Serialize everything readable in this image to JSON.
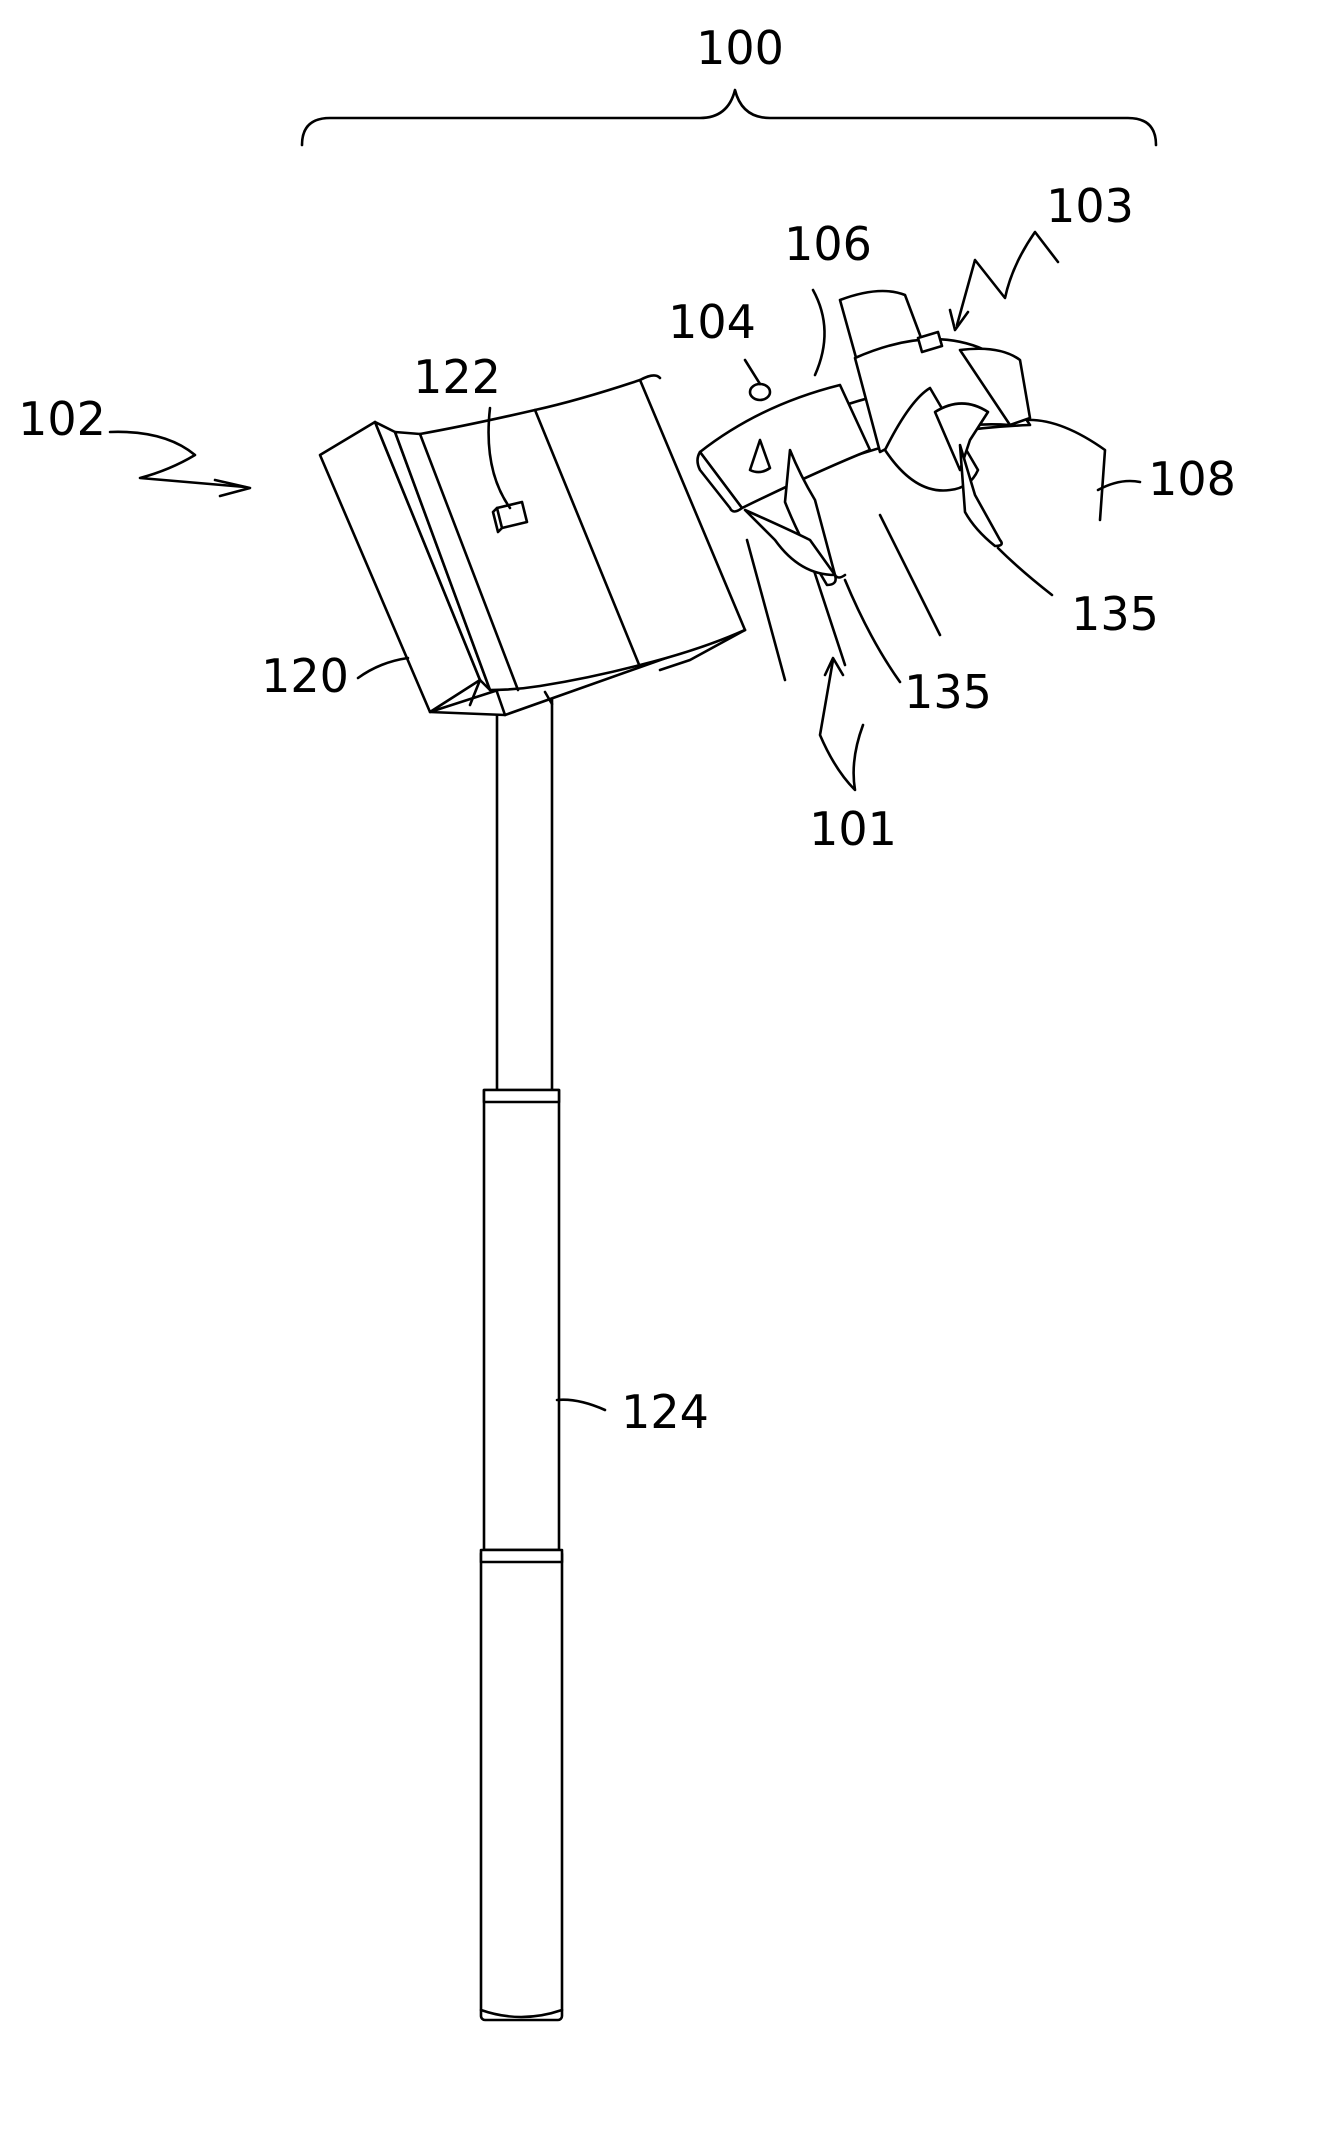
{
  "figure": {
    "labels": {
      "assembly": "100",
      "user_point": "101",
      "device": "102",
      "unit": "103",
      "knob": "104",
      "band": "106",
      "fingers": "108",
      "panel": "120",
      "button": "122",
      "pole": "124",
      "tip_a": "135",
      "tip_b": "135"
    }
  }
}
